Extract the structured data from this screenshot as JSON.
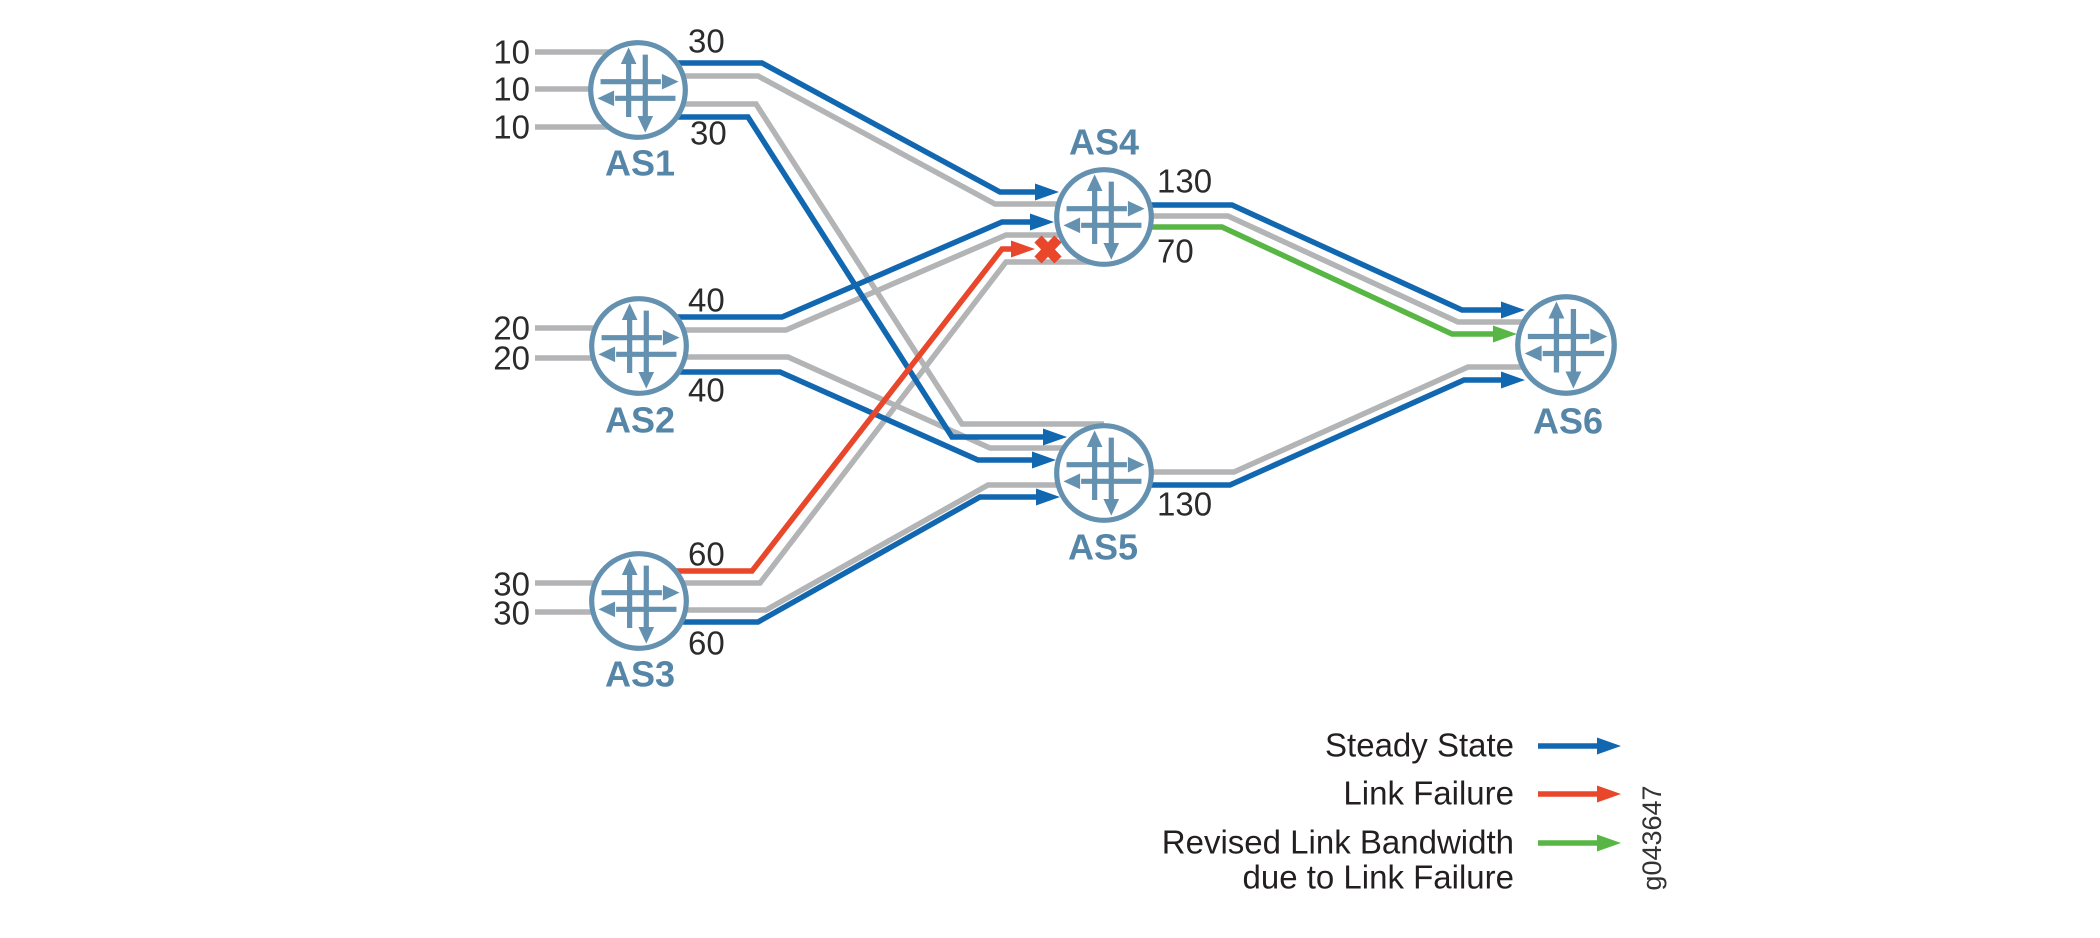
{
  "figure": {
    "id_label": "g043647"
  },
  "colors": {
    "steady_state": "#1267b1",
    "link_failure": "#e8472b",
    "revised_bandwidth": "#58b645",
    "inactive_link": "#b3b4b6",
    "router_icon": "#6391af",
    "node_label": "#5586a8",
    "value_label": "#2b2b2b"
  },
  "nodes": {
    "as1": {
      "label": "AS1",
      "in1": "10",
      "in2": "10",
      "in3": "10",
      "out_top": "30",
      "out_bottom": "30"
    },
    "as2": {
      "label": "AS2",
      "in1": "20",
      "in2": "20",
      "out_top": "40",
      "out_bottom": "40"
    },
    "as3": {
      "label": "AS3",
      "in1": "30",
      "in2": "30",
      "out_top": "60",
      "out_bottom": "60"
    },
    "as4": {
      "label": "AS4",
      "out_top": "130",
      "out_bottom": "70"
    },
    "as5": {
      "label": "AS5",
      "out": "130"
    },
    "as6": {
      "label": "AS6"
    }
  },
  "links": [
    {
      "from": "AS1",
      "to": "AS4",
      "type": "steady-state",
      "bandwidth": "30"
    },
    {
      "from": "AS1",
      "to": "AS5",
      "type": "steady-state",
      "bandwidth": "30"
    },
    {
      "from": "AS2",
      "to": "AS4",
      "type": "steady-state",
      "bandwidth": "40"
    },
    {
      "from": "AS2",
      "to": "AS5",
      "type": "steady-state",
      "bandwidth": "40"
    },
    {
      "from": "AS3",
      "to": "AS4",
      "type": "link-failure",
      "bandwidth": "60"
    },
    {
      "from": "AS3",
      "to": "AS5",
      "type": "steady-state",
      "bandwidth": "60"
    },
    {
      "from": "AS4",
      "to": "AS6",
      "type": "steady-state",
      "bandwidth": "130"
    },
    {
      "from": "AS4",
      "to": "AS6",
      "type": "revised-bandwidth",
      "bandwidth": "70"
    },
    {
      "from": "AS5",
      "to": "AS6",
      "type": "steady-state",
      "bandwidth": "130"
    }
  ],
  "legend": {
    "steady_state": "Steady State",
    "link_failure": "Link Failure",
    "revised_line1": "Revised Link Bandwidth",
    "revised_line2": "due to Link Failure"
  }
}
